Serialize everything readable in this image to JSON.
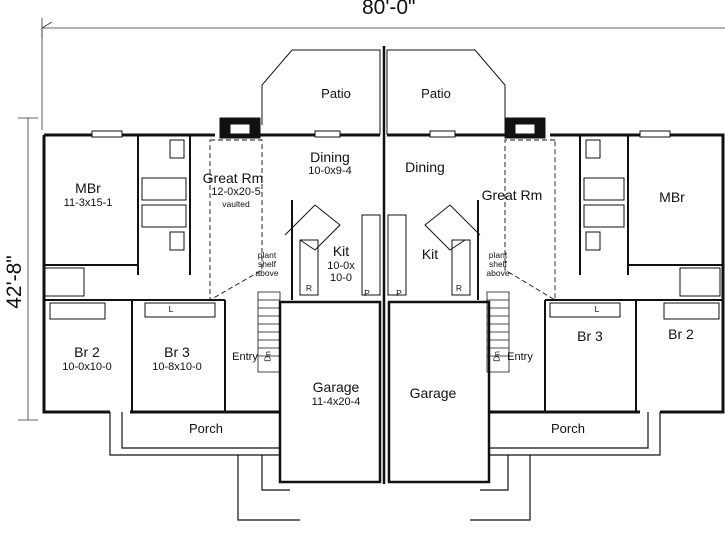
{
  "dimensions": {
    "width_label": "80'-0\"",
    "depth_label": "42'-8\""
  },
  "rooms": {
    "patio_left": "Patio",
    "patio_right": "Patio",
    "mbr_left": {
      "name": "MBr",
      "size": "11-3x15-1"
    },
    "mbr_right": {
      "name": "MBr"
    },
    "great_left": {
      "name": "Great Rm",
      "size": "12-0x20-5",
      "note": "vaulted"
    },
    "great_right": {
      "name": "Great Rm"
    },
    "dining_left": {
      "name": "Dining",
      "size": "10-0x9-4"
    },
    "dining_right": {
      "name": "Dining"
    },
    "kit_left": {
      "name": "Kit",
      "size_line1": "10-0x",
      "size_line2": "10-0"
    },
    "kit_right": {
      "name": "Kit"
    },
    "br2_left": {
      "name": "Br 2",
      "size": "10-0x10-0"
    },
    "br3_left": {
      "name": "Br 3",
      "size": "10-8x10-0"
    },
    "br2_right": {
      "name": "Br 2"
    },
    "br3_right": {
      "name": "Br 3"
    },
    "garage_left": {
      "name": "Garage",
      "size": "11-4x20-4"
    },
    "garage_right": {
      "name": "Garage"
    },
    "entry_left": "Entry",
    "entry_right": "Entry",
    "porch_left": "Porch",
    "porch_right": "Porch"
  },
  "notes": {
    "plant_shelf_left": [
      "plant",
      "shelf",
      "above"
    ],
    "plant_shelf_right": [
      "plant",
      "shelf",
      "above"
    ],
    "dn": "Dn",
    "l": "L",
    "p": "P",
    "r": "R"
  }
}
